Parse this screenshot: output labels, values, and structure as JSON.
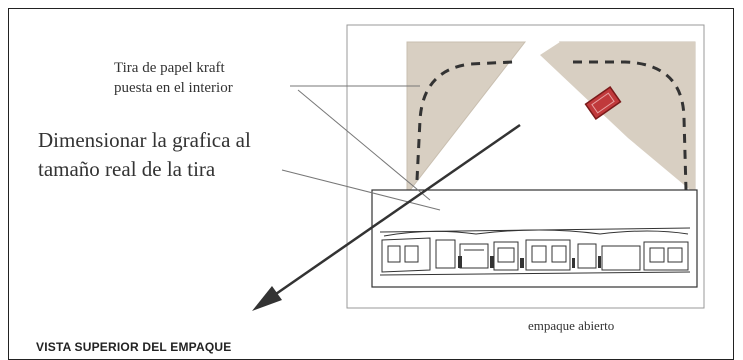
{
  "labels": {
    "strip_line1": "Tira de papel kraft",
    "strip_line2": "puesta en el  interior",
    "dimension_line1": "Dimensionar la grafica al",
    "dimension_line2": "tamaño real de la tira",
    "caption": "empaque abierto",
    "view_title": "VISTA SUPERIOR DEL EMPAQUE"
  },
  "colors": {
    "kraft": "#d8cfc2",
    "line": "#333333",
    "tag": "#c0393b",
    "frame": "#222222"
  }
}
